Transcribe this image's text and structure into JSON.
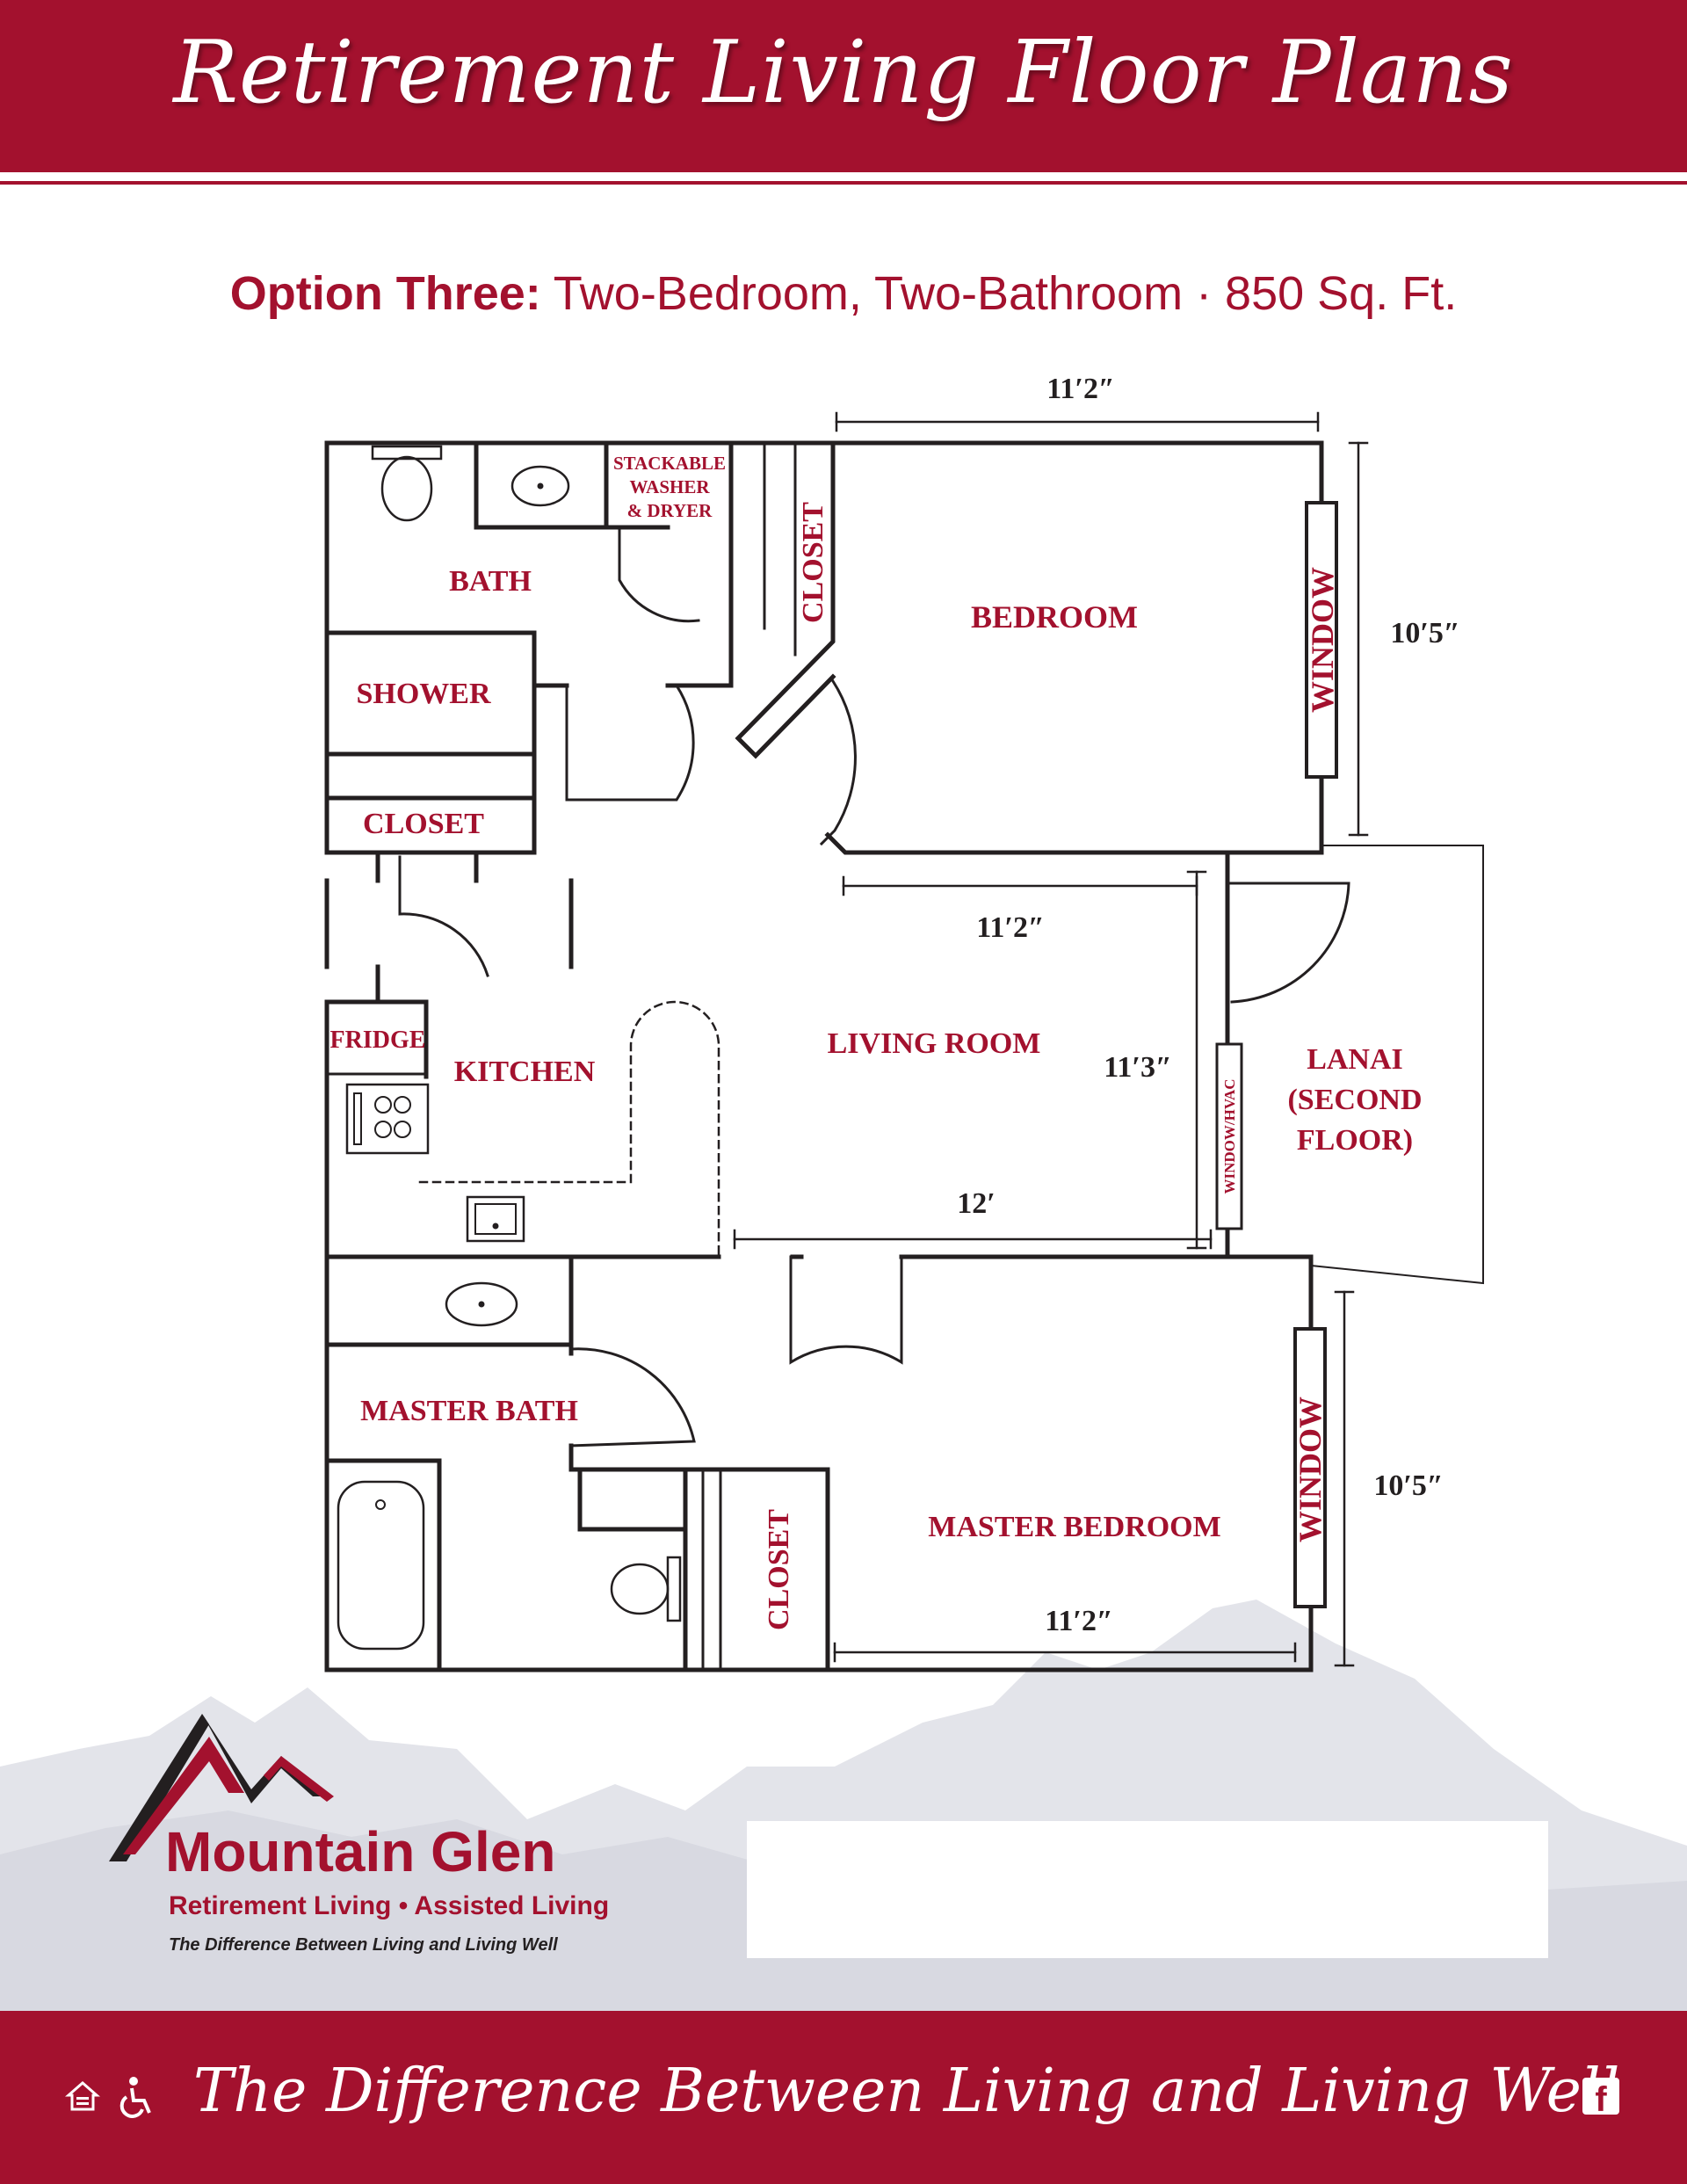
{
  "header": {
    "title": "Retirement Living Floor Plans"
  },
  "subtitle": {
    "option": "Option Three:",
    "description": "Two-Bedroom, Two-Bathroom · 850 Sq. Ft."
  },
  "rooms": {
    "bath": "BATH",
    "washer_line1": "STACKABLE",
    "washer_line2": "WASHER",
    "washer_line3": "& DRYER",
    "closet_top": "CLOSET",
    "bedroom": "BEDROOM",
    "window_top": "WINDOW",
    "shower": "SHOWER",
    "closet_left": "CLOSET",
    "fridge": "FRIDGE",
    "kitchen": "KITCHEN",
    "living_room": "LIVING ROOM",
    "window_hvac": "WINDOW/HVAC",
    "lanai_line1": "LANAI",
    "lanai_line2": "(SECOND",
    "lanai_line3": "FLOOR)",
    "master_bath": "MASTER BATH",
    "closet_master": "CLOSET",
    "master_bedroom": "MASTER BEDROOM",
    "window_bottom": "WINDOW"
  },
  "dimensions": {
    "bedroom_width": "11′2″",
    "bedroom_height": "10′5″",
    "living_width_top": "11′2″",
    "living_height": "11′3″",
    "living_width_bottom": "12′",
    "master_width": "11′2″",
    "master_height": "10′5″"
  },
  "brand": {
    "name": "Mountain Glen",
    "services": "Retirement Living • Assisted Living",
    "tagline": "The Difference Between Living and Living Well"
  },
  "footer": {
    "tagline": "The Difference Between Living and Living Well",
    "social_icon": "facebook-icon",
    "housing_icon": "equal-housing-opportunity-icon",
    "accessibility_icon": "wheelchair-accessibility-icon"
  },
  "colors": {
    "brand_red": "#a3112e",
    "mountain_gray": "#e3e4ea",
    "line": "#231f20"
  }
}
